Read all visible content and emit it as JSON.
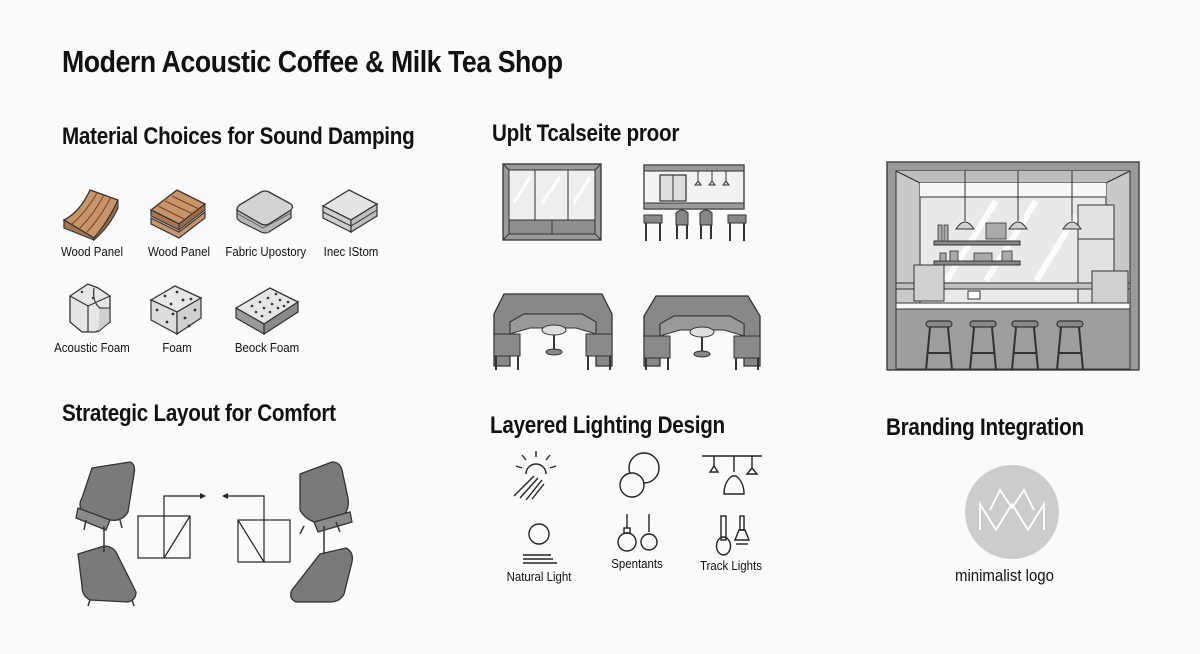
{
  "page": {
    "title": "Modern Acoustic Coffee & Milk Tea Shop",
    "background": "#fafafa"
  },
  "materials": {
    "heading": "Material Choices for Sound Damping",
    "items": [
      {
        "label": "Wood Panel",
        "icon": "wood-panel-curved-icon"
      },
      {
        "label": "Wood Panel",
        "icon": "wood-panel-layered-icon"
      },
      {
        "label": "Fabric Upostory",
        "icon": "fabric-upholstery-icon"
      },
      {
        "label": "Inec IStom",
        "icon": "layered-slab-icon"
      },
      {
        "label": "Acoustic Foam",
        "icon": "acoustic-foam-icon"
      },
      {
        "label": "Foam",
        "icon": "foam-cube-icon"
      },
      {
        "label": "Beock Foam",
        "icon": "block-foam-icon"
      }
    ],
    "colors": {
      "wood": "#c8946a",
      "wood_dark": "#8a5a38",
      "gray": "#cfcfcf"
    }
  },
  "upholstery": {
    "heading": "Uplt Tcalseite proor",
    "illustrations": [
      "window-panel-illustration",
      "window-bench-seating-illustration",
      "booth-seating-illustration",
      "booth-seating-illustration-2"
    ]
  },
  "cafe_scene": {
    "illustration": "cafe-counter-interior-illustration",
    "stool_count": 4,
    "pendant_count": 3
  },
  "layout": {
    "heading": "Strategic Layout for Comfort",
    "elements": [
      "armchair-top-left",
      "armchair-bottom-left",
      "armchair-top-right",
      "armchair-bottom-right",
      "flow-diagram-left",
      "flow-diagram-right"
    ]
  },
  "lighting": {
    "heading": "Layered Lighting Design",
    "items": [
      {
        "label": "",
        "icon": "sun-rays-icon"
      },
      {
        "label": "",
        "icon": "overlapping-circles-icon"
      },
      {
        "label": "",
        "icon": "track-pendant-icon"
      },
      {
        "label": "Natural Light",
        "icon": "sun-horizon-icon"
      },
      {
        "label": "Spentants",
        "icon": "pendant-lights-icon"
      },
      {
        "label": "Track Lights",
        "icon": "track-lights-icon"
      }
    ]
  },
  "branding": {
    "heading": "Branding Integration",
    "logo_caption": "minimalist logo",
    "logo_color": "#cccccc"
  }
}
